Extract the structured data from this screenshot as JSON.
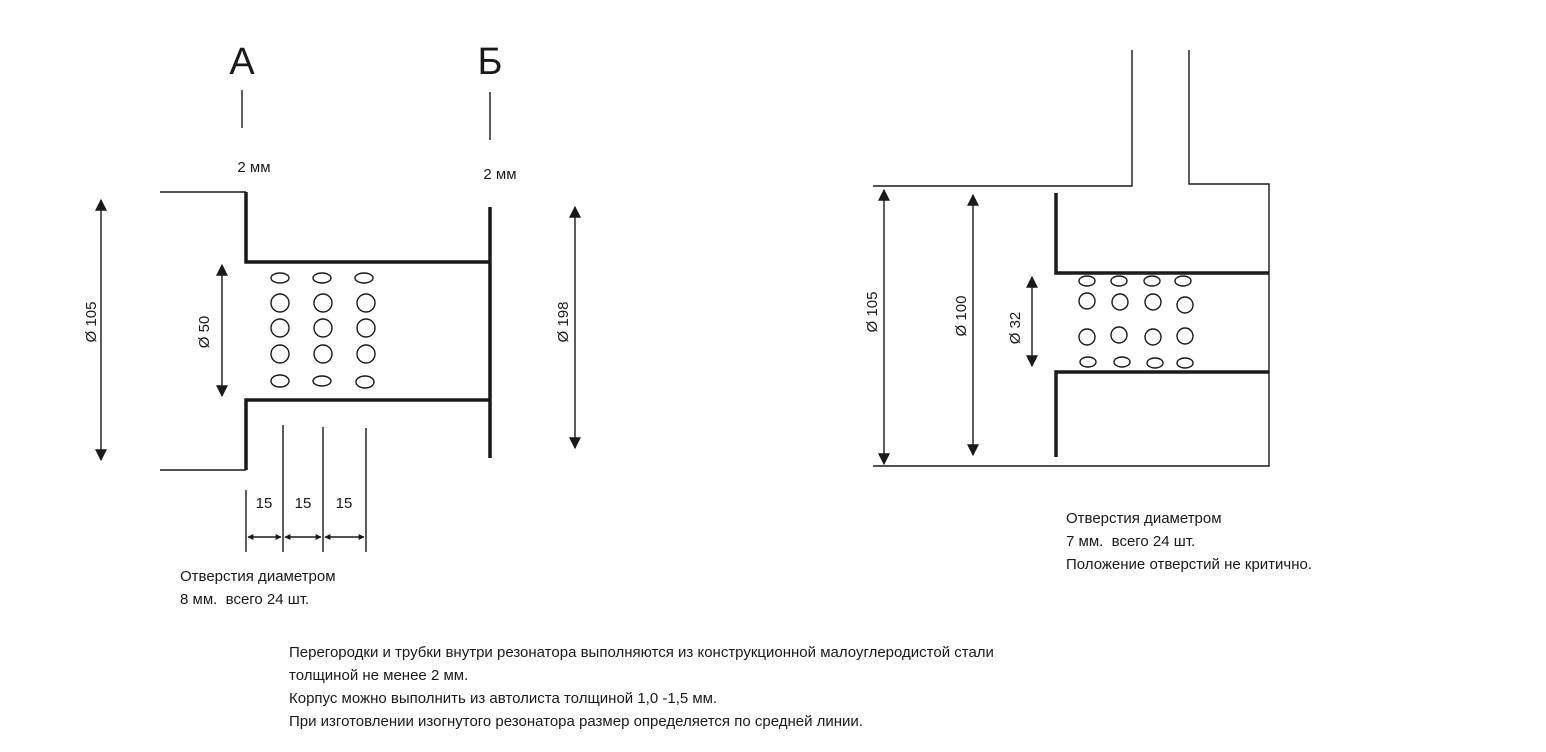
{
  "left_view": {
    "section_a": "А",
    "section_b": "Б",
    "thickness_a": "2 мм",
    "thickness_b": "2 мм",
    "dia_outer": "Ø 105",
    "dia_tube": "Ø 50",
    "dia_body": "Ø 198",
    "spacing": [
      "15",
      "15",
      "15"
    ],
    "note": [
      "Отверстия диаметром",
      "8 мм.  всего 24 шт."
    ]
  },
  "right_view": {
    "dia_outer": "Ø 105",
    "dia_inner": "Ø 100",
    "dia_tube": "Ø 32",
    "note": [
      "Отверстия диаметром",
      "7 мм.  всего 24 шт.",
      "Положение отверстий не критично."
    ]
  },
  "footer_notes": [
    "Перегородки и трубки внутри резонатора выполняются из конструкционной малоуглеродистой стали",
    "толщиной не менее 2 мм.",
    "Корпус можно выполнить из автолиста толщиной 1,0 -1,5 мм.",
    "При изготовлении изогнутого резонатора размер определяется по средней линии."
  ]
}
